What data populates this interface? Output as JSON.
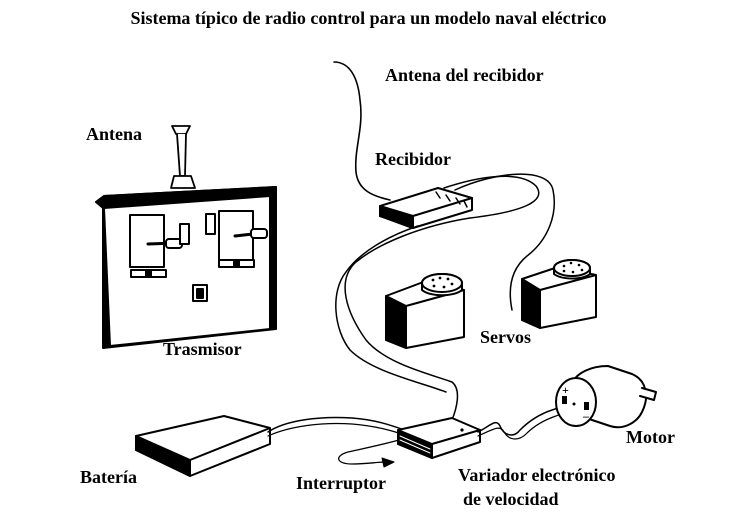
{
  "title": "Sistema típico de radio control para un modelo naval eléctrico",
  "labels": {
    "antena_recibidor": "Antena del recibidor",
    "antena": "Antena",
    "recibidor": "Recibidor",
    "trasmisor": "Trasmisor",
    "servos": "Servos",
    "motor": "Motor",
    "bateria": "Batería",
    "interruptor": "Interruptor",
    "variador_1": "Variador electrónico",
    "variador_2": "de velocidad",
    "plus": "+",
    "minus": "–"
  },
  "colors": {
    "ink": "#000000",
    "paper": "#ffffff"
  }
}
